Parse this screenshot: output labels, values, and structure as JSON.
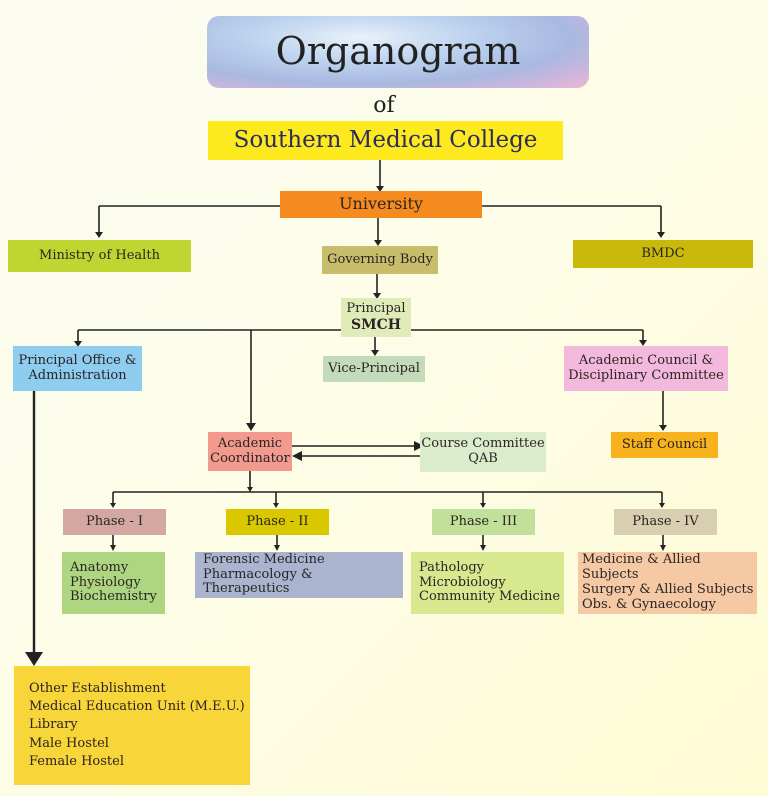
{
  "title": "Organogram",
  "subtitle_of": "of",
  "college": "Southern Medical College",
  "nodes": {
    "university": "University",
    "ministry": "Ministry of Health",
    "governing_body": "Governing Body",
    "bmdc": "BMDC",
    "principal": {
      "line1": "Principal",
      "line2": "SMCH"
    },
    "principal_office": {
      "line1": "Principal Office &",
      "line2": "Administration"
    },
    "vice_principal": "Vice-Principal",
    "academic_council": {
      "line1": "Academic Council &",
      "line2": "Disciplinary Committee"
    },
    "staff_council": "Staff Council",
    "academic_coordinator": {
      "line1": "Academic",
      "line2": "Coordinator"
    },
    "course_committee": {
      "line1": "Course Committee",
      "line2": "QAB"
    },
    "phases": [
      {
        "label": "Phase - I",
        "subjects": [
          "Anatomy",
          "Physiology",
          "Biochemistry"
        ]
      },
      {
        "label": "Phase - II",
        "subjects": [
          "Forensic Medicine",
          "Pharmacology & Therapeutics"
        ]
      },
      {
        "label": "Phase - III",
        "subjects": [
          "Pathology",
          "Microbiology",
          "Community Medicine"
        ]
      },
      {
        "label": "Phase - IV",
        "subjects": [
          "Medicine & Allied Subjects",
          "Surgery & Allied Subjects",
          "Obs. & Gynaecology"
        ]
      }
    ],
    "other_establishment": [
      "Other Establishment",
      "Medical Education Unit (M.E.U.)",
      "Library",
      "Male Hostel",
      "Female Hostel"
    ]
  },
  "colors": {
    "university": "#f58a1f",
    "ministry": "#bfd531",
    "governing_body": "#c7bd6a",
    "bmdc": "#c9b90a",
    "principal": "#dfecb9",
    "principal_office": "#8ecdf0",
    "vice_principal": "#c3dbb8",
    "academic_council": "#f3b9dc",
    "staff_council": "#f7b21e",
    "academic_coordinator": "#f39a8e",
    "course_committee": "#dbeccd",
    "phase1": "#d3a8a1",
    "phase2": "#d9c800",
    "phase3": "#c1e19a",
    "phase4": "#d8cfb0",
    "subj1": "#aed681",
    "subj2": "#aab4cf",
    "subj3": "#d7e88e",
    "subj4": "#f5c9a4",
    "other": "#f8d538",
    "college": "#fcea1e"
  }
}
